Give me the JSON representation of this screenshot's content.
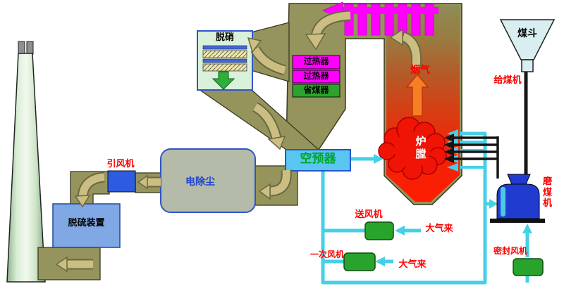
{
  "diagram": {
    "labels": {
      "denitration": "脱硝",
      "superheater_1": "过热器",
      "superheater_2": "过热器",
      "economizer": "省煤器",
      "flue_gas": "烟气",
      "furnace": "炉膛",
      "air_preheater": "空预器",
      "esp": "电除尘",
      "id_fan": "引风机",
      "fgd": "脱硫装置",
      "coal_hopper": "煤斗",
      "coal_feeder": "给煤机",
      "coal_mill": "磨煤机",
      "fd_fan": "送风机",
      "pa_fan": "一次风机",
      "seal_fan": "密封风机",
      "atmosphere_1": "大气来",
      "atmosphere_2": "大气来"
    },
    "colors": {
      "duct_khaki": "#95945c",
      "flow_arrow_tan": "#ccbe82",
      "pendant_magenta": "#ff00ff",
      "furnace_red": "#ef1405",
      "air_cyan": "#45d0e8",
      "fan_green": "#28a42c",
      "economizer_green": "#2ca32c",
      "superheater_magenta": "#ff00ff",
      "esp_gray": "#b4bba9",
      "fgd_blue": "#7fa8e4",
      "id_fan_blue": "#2d5ce0",
      "mill_blue": "#1f3bd0",
      "label_red": "#fe0000",
      "aph_cyan": "#58c6f0",
      "scr_fill": "#d9f0da",
      "chimney_green": "#cfe4ca"
    }
  }
}
